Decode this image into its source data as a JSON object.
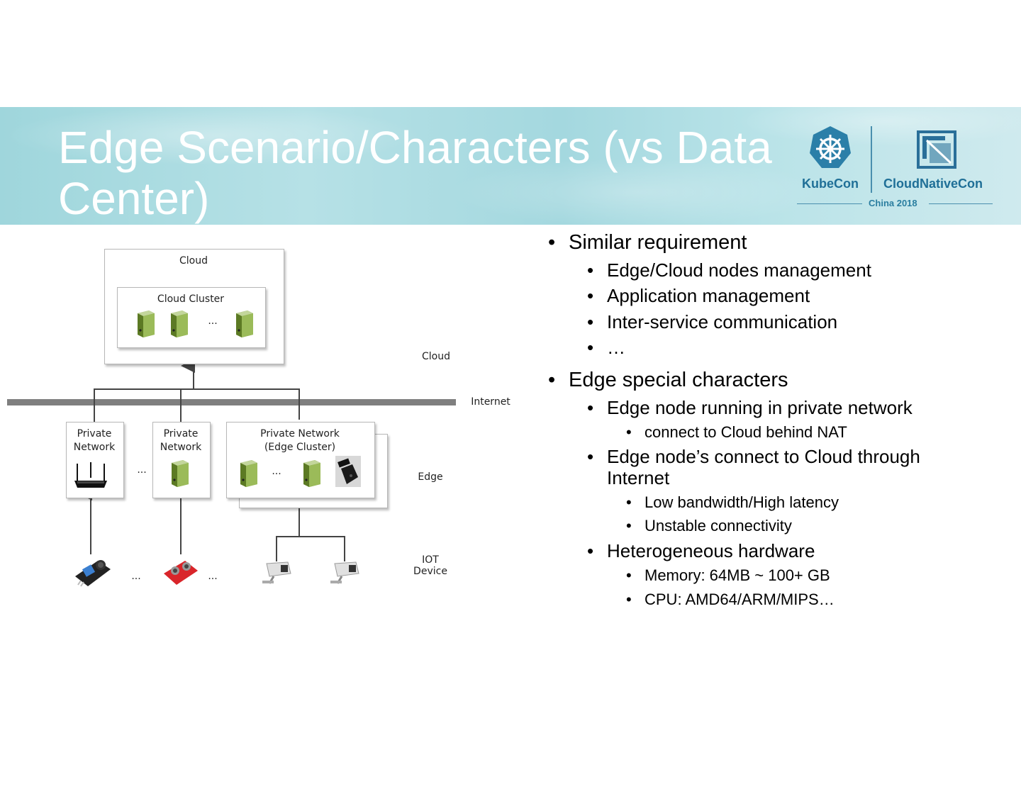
{
  "slide": {
    "title": "Edge Scenario/Characters (vs Data Center)"
  },
  "logo": {
    "kubecon": "KubeCon",
    "cloudnativecon": "CloudNativeCon",
    "event": "China 2018",
    "colors": {
      "primary": "#1f6f97",
      "banner": "#a8dbe1"
    }
  },
  "bullets": {
    "similar": {
      "label": "Similar requirement",
      "items": [
        "Edge/Cloud nodes management",
        "Application management",
        "Inter-service communication",
        "…"
      ]
    },
    "edge": {
      "label": "Edge special characters",
      "private_network": "Edge node running in private network",
      "nat": "connect to Cloud behind NAT",
      "internet_line1": "Edge node’s connect to Cloud through",
      "internet_line2": "Internet",
      "bandwidth": "Low bandwidth/High latency",
      "unstable": "Unstable connectivity",
      "hardware": "Heterogeneous hardware",
      "memory": "Memory: 64MB ~ 100+ GB",
      "cpu": "CPU: AMD64/ARM/MIPS…"
    }
  },
  "diagram": {
    "cloud_box": "Cloud",
    "cloud_cluster": "Cloud Cluster",
    "ellipsis": "...",
    "tier_cloud": "Cloud",
    "tier_internet": "Internet",
    "tier_edge": "Edge",
    "tier_iot_line1": "IOT",
    "tier_iot_line2": "Device",
    "private_network_1_line1": "Private",
    "private_network_1_line2": "Network",
    "private_network_2_line1": "Private",
    "private_network_2_line2": "Network",
    "edge_cluster_line1": "Private Network",
    "edge_cluster_line2": "(Edge Cluster)",
    "server_color": "#9bbb59"
  }
}
